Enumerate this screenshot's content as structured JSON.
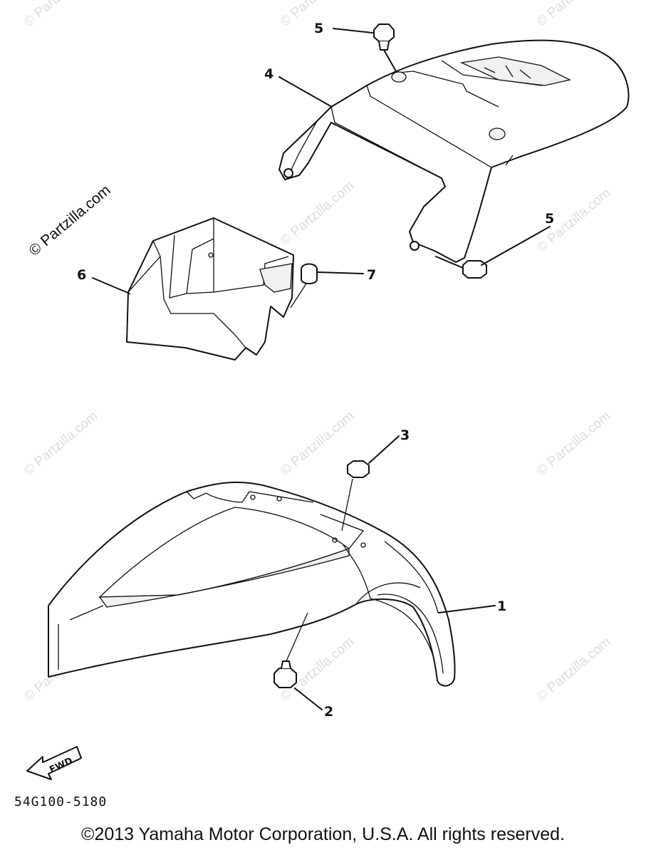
{
  "watermark": "© Partzilla.com",
  "callouts": {
    "c1": "1",
    "c2": "2",
    "c3": "3",
    "c4": "4",
    "c5a": "5",
    "c5b": "5",
    "c6": "6",
    "c7": "7"
  },
  "fwd_label": "FWD",
  "diagram_code": "54G100-5180",
  "copyright": "©2013  Yamaha Motor Corporation, U.S.A. All rights reserved."
}
